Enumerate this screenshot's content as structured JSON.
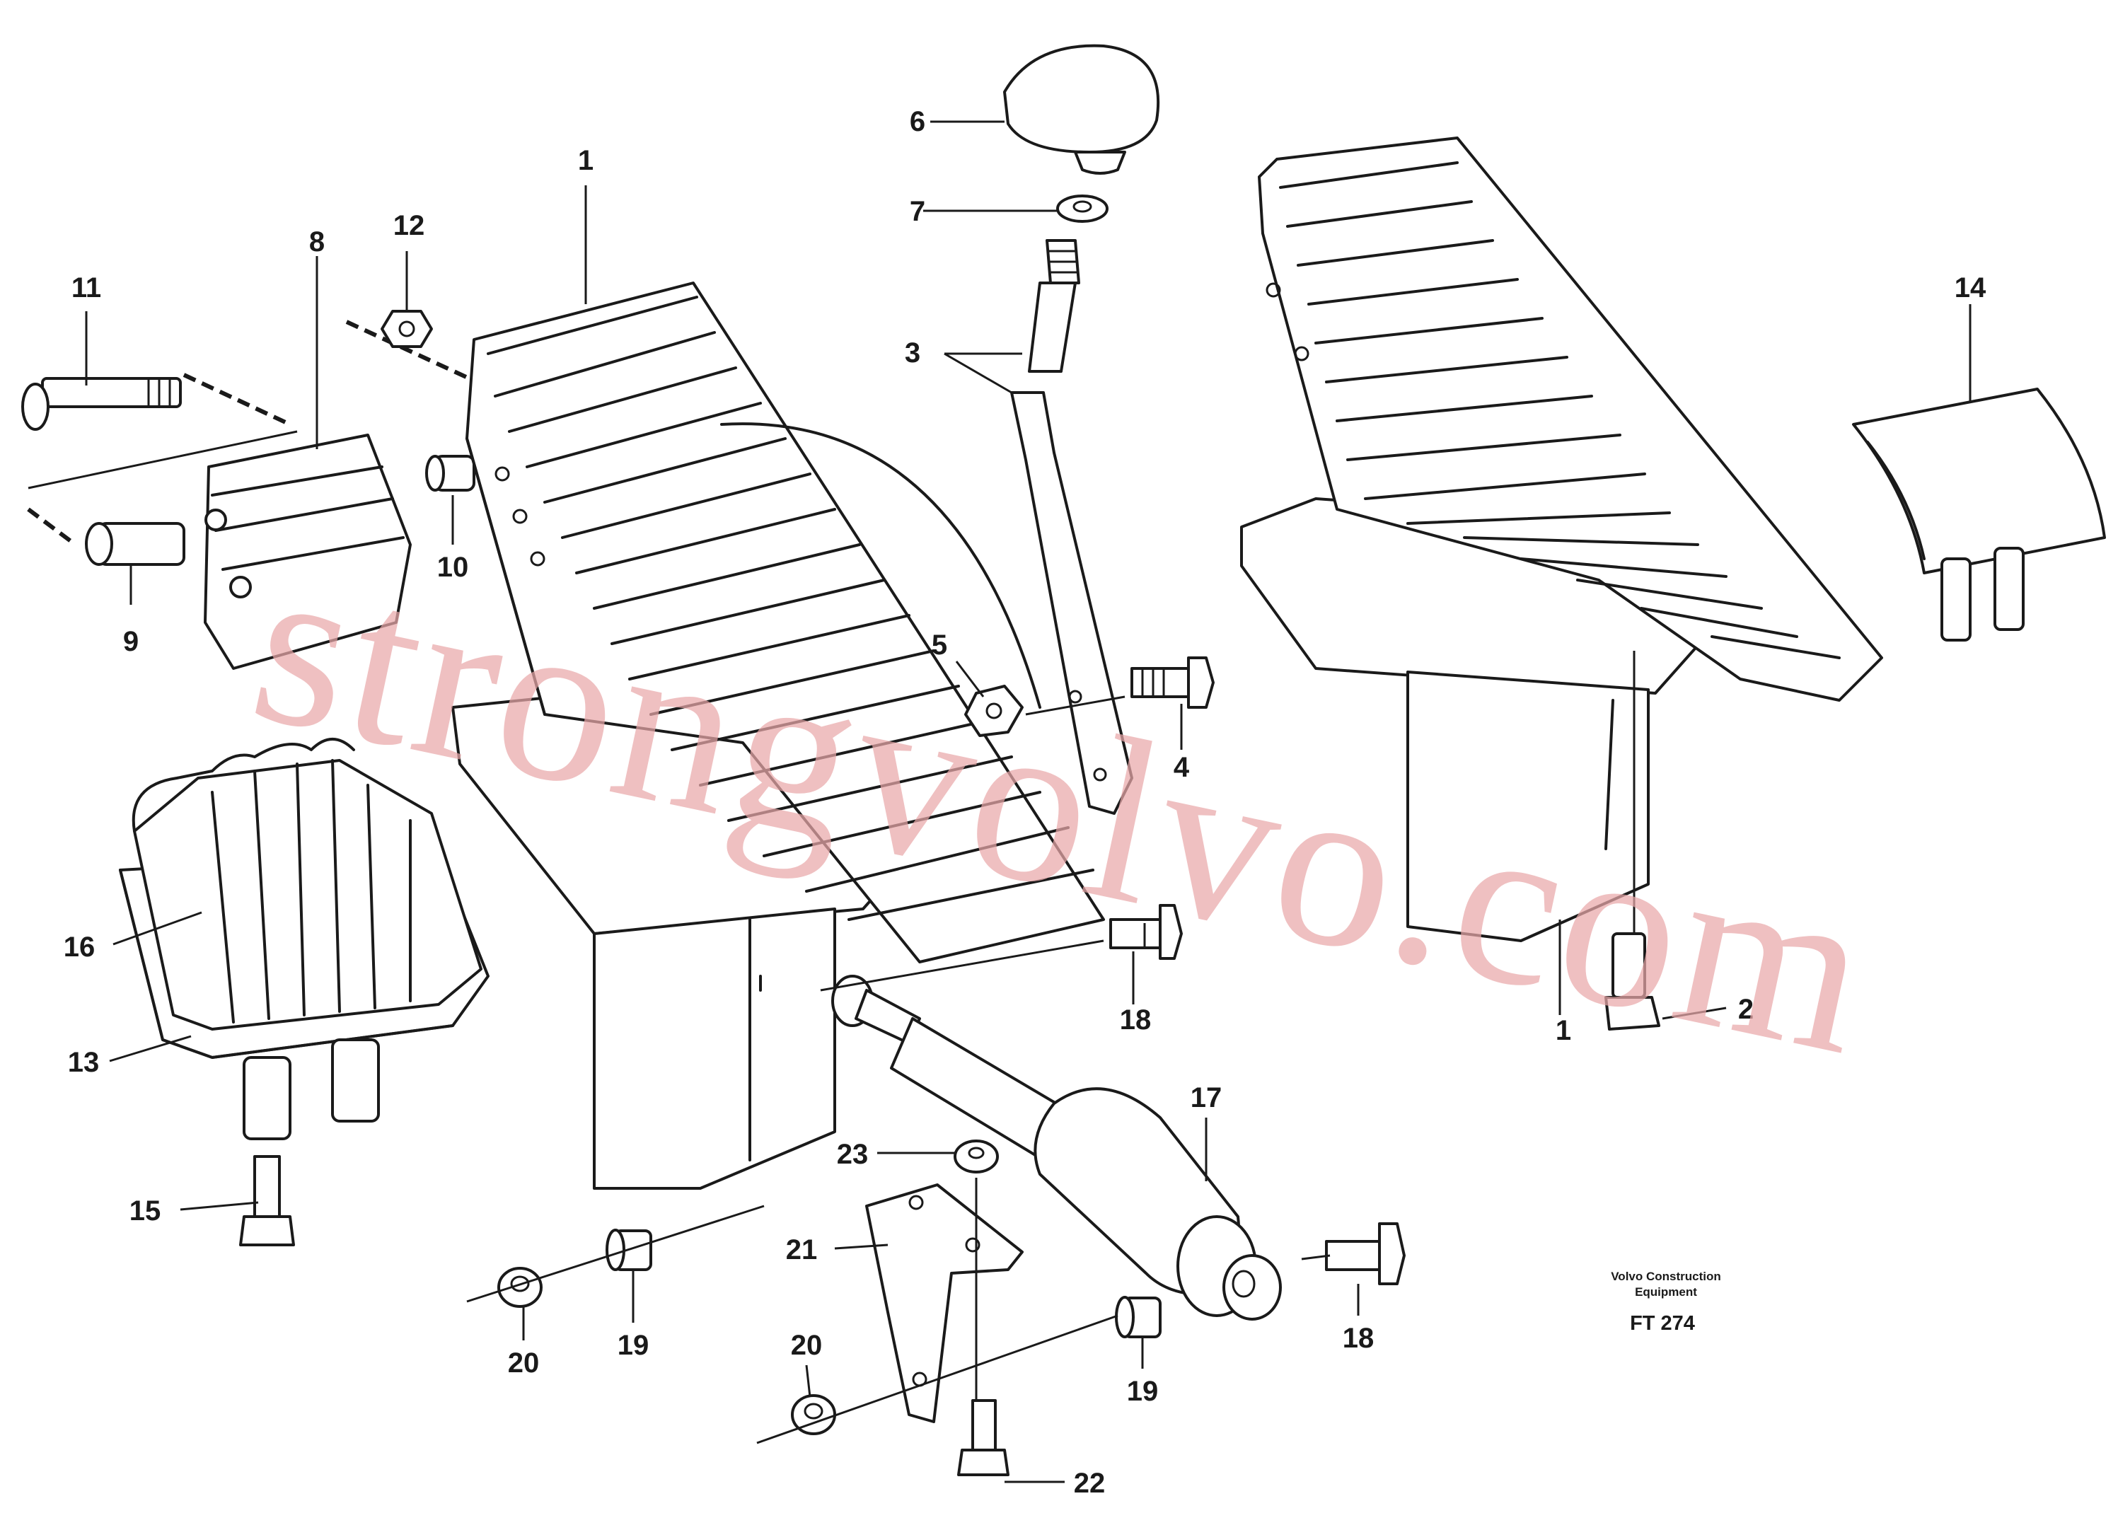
{
  "callouts": [
    {
      "id": "c1a",
      "label": "1"
    },
    {
      "id": "c1b",
      "label": "1"
    },
    {
      "id": "c2",
      "label": "2"
    },
    {
      "id": "c3",
      "label": "3"
    },
    {
      "id": "c4",
      "label": "4"
    },
    {
      "id": "c5",
      "label": "5"
    },
    {
      "id": "c6",
      "label": "6"
    },
    {
      "id": "c7",
      "label": "7"
    },
    {
      "id": "c8",
      "label": "8"
    },
    {
      "id": "c9",
      "label": "9"
    },
    {
      "id": "c10",
      "label": "10"
    },
    {
      "id": "c11",
      "label": "11"
    },
    {
      "id": "c12",
      "label": "12"
    },
    {
      "id": "c13",
      "label": "13"
    },
    {
      "id": "c14",
      "label": "14"
    },
    {
      "id": "c15",
      "label": "15"
    },
    {
      "id": "c16",
      "label": "16"
    },
    {
      "id": "c17",
      "label": "17"
    },
    {
      "id": "c18a",
      "label": "18"
    },
    {
      "id": "c18b",
      "label": "18"
    },
    {
      "id": "c19a",
      "label": "19"
    },
    {
      "id": "c19b",
      "label": "19"
    },
    {
      "id": "c20a",
      "label": "20"
    },
    {
      "id": "c20b",
      "label": "20"
    },
    {
      "id": "c21",
      "label": "21"
    },
    {
      "id": "c22",
      "label": "22"
    },
    {
      "id": "c23",
      "label": "23"
    }
  ],
  "credit": {
    "line1": "Volvo Construction",
    "line2": "Equipment",
    "ref": "FT 274"
  },
  "watermark": "strongvolvo.com"
}
